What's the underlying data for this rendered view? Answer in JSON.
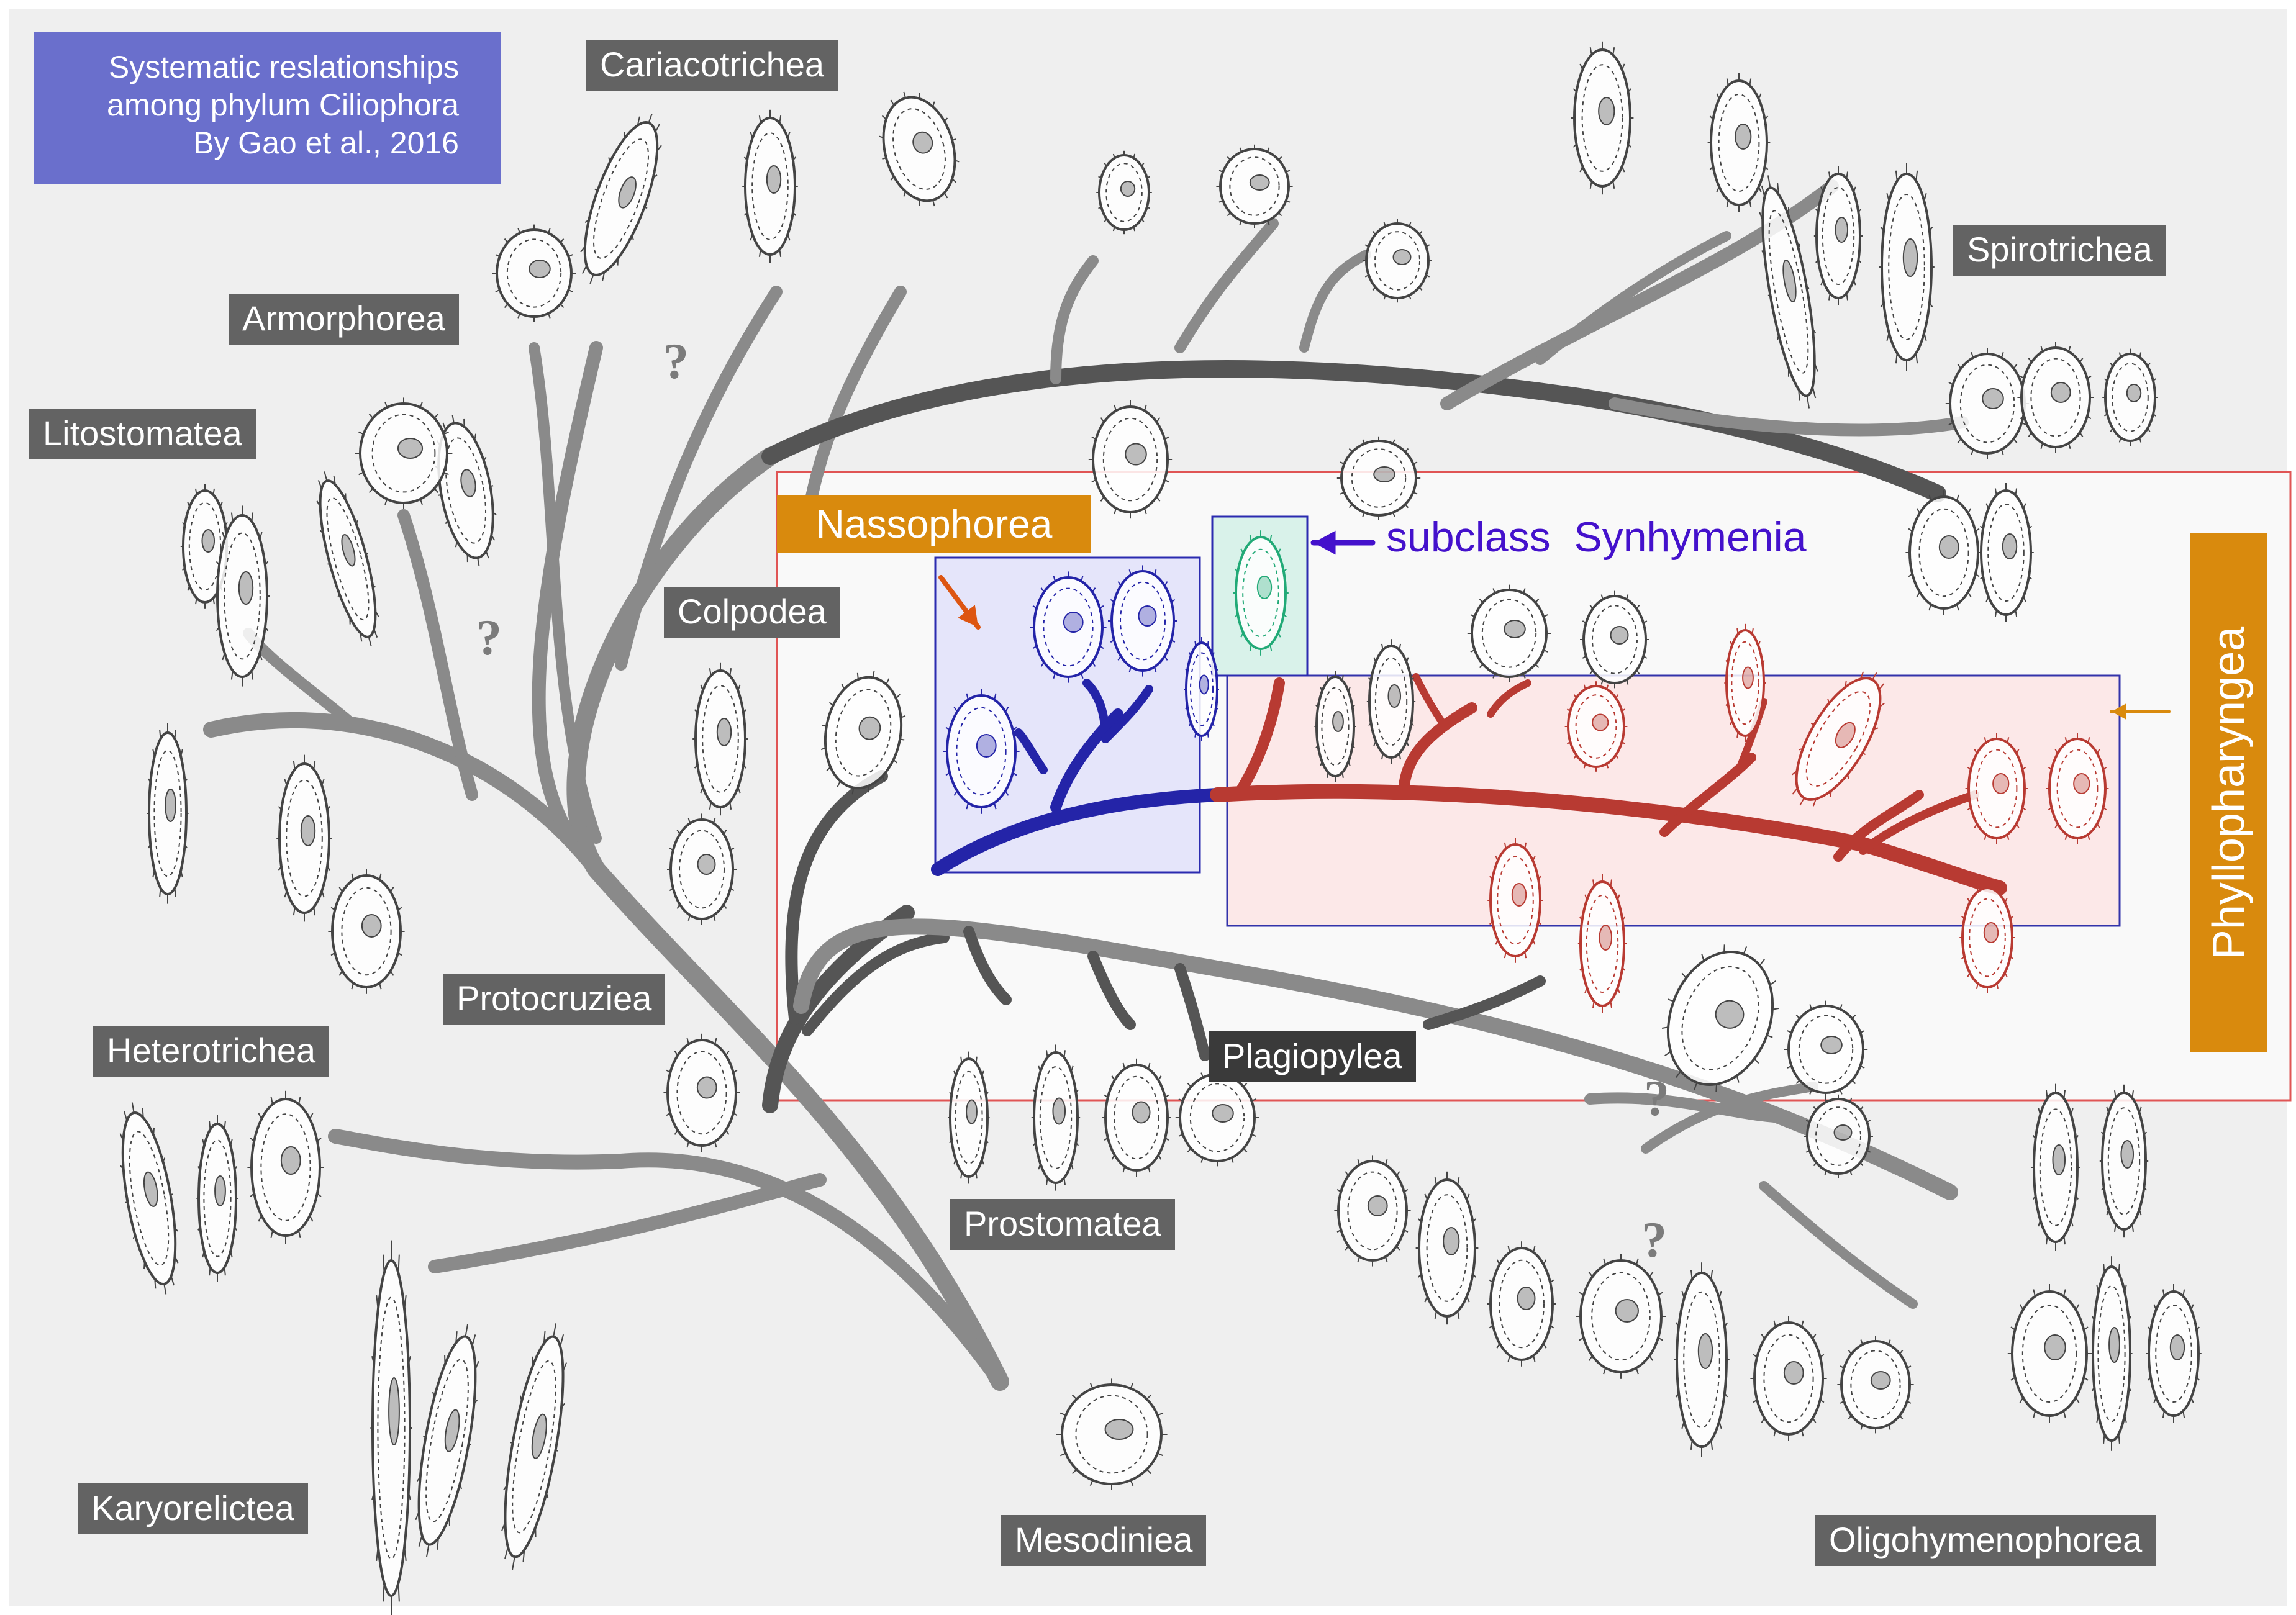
{
  "title": {
    "line1": "Systematic reslationships",
    "line2": "among phylum Ciliophora",
    "line3": "By Gao et al., 2016"
  },
  "classes": {
    "cariacotrichea": "Cariacotrichea",
    "armorphorea": "Armorphorea",
    "litostomatea": "Litostomatea",
    "colpodea": "Colpodea",
    "protocruziea": "Protocruziea",
    "heterotrichea": "Heterotrichea",
    "karyorelictea": "Karyorelictea",
    "prostomatea": "Prostomatea",
    "mesodiniea": "Mesodiniea",
    "plagiopylea": "Plagiopylea",
    "oligohymenophorea": "Oligohymenophorea",
    "spirotrichea": "Spirotrichea",
    "nassophorea": "Nassophorea",
    "phyllopharyngea": "Phyllopharyngea"
  },
  "annotation": {
    "synhymenia_prefix": "subclass",
    "synhymenia_name": "Synhymenia"
  },
  "question_mark": "?",
  "colors": {
    "branch_gray": "#8a8a8a",
    "branch_dark": "#555555",
    "nassophorea_branch": "#2424a8",
    "phyllopharyngea_branch": "#b83a32",
    "label_bg": "#636363",
    "title_bg": "#6a6fcc",
    "accent_orange": "#d98a0d",
    "synhymenia_text": "#4411cc",
    "synhymenia_cell": "#22aa77",
    "highlight_frame": "#e05555"
  }
}
